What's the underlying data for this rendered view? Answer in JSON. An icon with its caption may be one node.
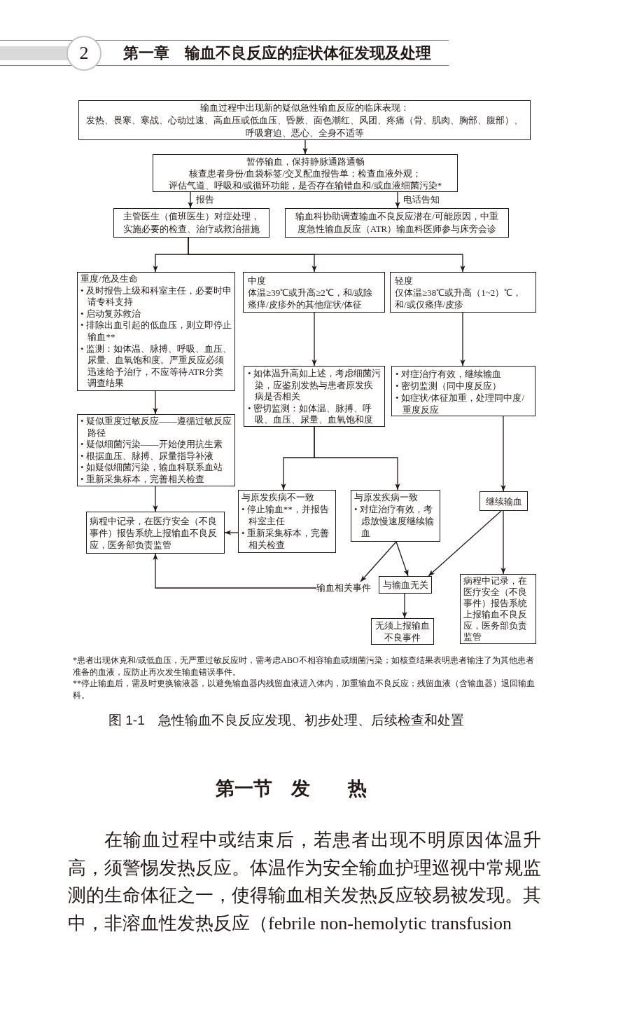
{
  "diagram": {
    "caption": "图 1-1　急性输血不良反应发现、初步处理、后续检查和处置",
    "nodes": [
      {
        "text": [
          "输血过程中出现新的疑似急性输血反应的临床表现：",
          "发热、畏寒、寒战、心动过速、高血压或低血压、昏厥、面色潮红、风团、疼痛（骨、肌肉、胸部、腹部）、呼吸窘迫、恶心、全身不适等"
        ]
      },
      {
        "text": [
          "暂停输血，保持静脉通路通畅",
          "核查患者身份/血袋标签/交叉配血报告单；检查血液外观；",
          "评估气道、呼吸和/或循环功能，是否存在输错血和/或血液细菌污染*"
        ]
      },
      {
        "text": [
          "主管医生（值班医生）对症处理，实施必要的检查、治疗或救治措施"
        ]
      },
      {
        "text": [
          "输血科协助调查输血不良反应潜在/可能原因，中重度急性输血反应（ATR）输血科医师参与床旁会诊"
        ]
      },
      {
        "text": [
          "重度/危及生命",
          "• 及时报告上级和科室主任，必要时申请专科支持",
          "• 启动复苏救治",
          "• 排除出血引起的低血压，则立即停止输血**",
          "• 监测：如体温、脉搏、呼吸、血压、尿量、血氧饱和度。严重反应必须迅速给予治疗，不应等待ATR分类调查结果"
        ]
      },
      {
        "text": [
          "中度",
          "体温≥39℃或升高≥2℃，和/或除瘙痒/皮疹外的其他症状/体征"
        ]
      },
      {
        "text": [
          "轻度",
          "仅体温≥38℃或升高（1~2）℃，和/或仅瘙痒/皮疹"
        ]
      },
      {
        "text": [
          "• 如体温升高如上述，考虑细菌污染，应鉴别发热与患者原发疾病是否相关",
          "• 密切监测：如体温、脉搏、呼吸、血压、尿量、血氧饱和度"
        ]
      },
      {
        "text": [
          "• 对症治疗有效，继续输血",
          "• 密切监测（同中度反应）",
          "• 如症状/体征加重，处理同中度/重度反应"
        ]
      },
      {
        "text": [
          "• 疑似重度过敏反应——遵循过敏反应路径",
          "• 疑似细菌污染——开始使用抗生素",
          "• 根据血压、脉搏、尿量指导补液",
          "• 如疑似细菌污染，输血科联系血站",
          "• 重新采集标本，完善相关检查"
        ]
      },
      {
        "text": [
          "与原发疾病不一致",
          "• 停止输血**，并报告科室主任",
          "• 重新采集标本，完善相关检查"
        ]
      },
      {
        "text": [
          "与原发疾病一致",
          "• 对症治疗有效，考虑放慢速度继续输血"
        ]
      },
      {
        "text": [
          "继续输血"
        ]
      },
      {
        "text": [
          "病程中记录，在医疗安全（不良事件）报告系统上报输血不良反应，医务部负责监管"
        ]
      },
      {
        "text": [
          "输血相关事件"
        ]
      },
      {
        "text": [
          "与输血无关"
        ]
      },
      {
        "text": [
          "病程中记录，在医疗安全（不良事件）报告系统上报输血不良反应，医务部负责监管"
        ]
      },
      {
        "text": [
          "无须上报输血不良事件"
        ]
      }
    ],
    "edges": [
      {
        "from": 0,
        "to": 1,
        "arrow": "to"
      },
      {
        "from": 1,
        "to": 2,
        "arrow": "to",
        "label": "报告"
      },
      {
        "from": 1,
        "to": 3,
        "arrow": "to",
        "label": "电话告知"
      },
      {
        "from": 2,
        "to": 4,
        "arrow": "to"
      },
      {
        "from": 2,
        "to": 5,
        "arrow": "to"
      },
      {
        "from": 2,
        "to": 6,
        "arrow": "to"
      },
      {
        "from": 5,
        "to": 7,
        "arrow": "to"
      },
      {
        "from": 6,
        "to": 8,
        "arrow": "to"
      },
      {
        "from": 4,
        "to": 9,
        "arrow": "to"
      },
      {
        "from": 7,
        "to": 10,
        "arrow": "to"
      },
      {
        "from": 7,
        "to": 11,
        "arrow": "to"
      },
      {
        "from": 8,
        "to": 12,
        "arrow": "to"
      },
      {
        "from": 9,
        "to": 13,
        "arrow": "to"
      },
      {
        "from": 10,
        "to": 13,
        "arrow": "to"
      },
      {
        "from": 11,
        "to": 14,
        "arrow": "to"
      },
      {
        "from": 11,
        "to": 15,
        "arrow": "to"
      },
      {
        "from": 12,
        "to": 15,
        "arrow": "to"
      },
      {
        "from": 12,
        "to": 16,
        "arrow": "to"
      },
      {
        "from": 14,
        "to": 13,
        "arrow": "to"
      },
      {
        "from": 15,
        "to": 17,
        "arrow": "to"
      }
    ],
    "labels": [
      "2",
      "第一章　输血不良反应的症状体征发现及处理",
      "*患者出现休克和/或低血压，无严重过敏反应时，需考虑ABO不相容输血或细菌污染；如核查结果表明患者输注了为其他患者准备的血液，应防止再次发生输血错误事件。",
      "**停止输血后，需及时更换输液器，以避免输血器内残留血液进入体内，加重输血不良反应；残留血液（含输血器）退回输血科。",
      "第一节　发　　热",
      "在输血过程中或结束后，若患者出现不明原因体温升高，须警惕发热反应。体温作为安全输血护理巡视中常规监测的生命体征之一，使得输血相关发热反应较易被发现。其中，非溶血性发热反应（febrile non-hemolytic transfusion"
    ]
  }
}
